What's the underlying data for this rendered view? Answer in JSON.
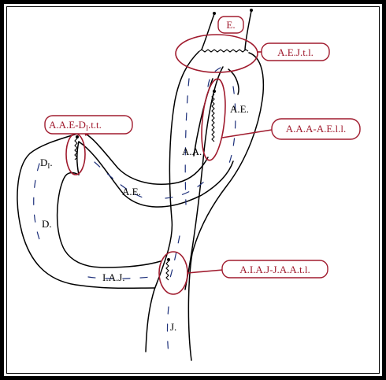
{
  "labels": {
    "esophagus": "E.",
    "esophagojejunal_anastomosis": "A.E.J.t.l.",
    "ae_upper": "A.E.",
    "aaa_callout": "A.A.A-A.E.l.l.",
    "aa": "A.A.",
    "aae_callout_main": "A.A.E-D",
    "aae_callout_sub": "I",
    "aae_callout_end": ".t.t.",
    "duodenum_stump_main": "D",
    "duodenum_stump_sub": "I",
    "duodenum_stump_end": ".",
    "ae_lower": "A.E.",
    "duodenum": "D.",
    "iaj": "I.A.J.",
    "iaj_callout": "A.I.A.J-J.A.A.t.l.",
    "jejunum": "J."
  },
  "colors": {
    "ink": "#000000",
    "anastomosis_red": "#a01b2e",
    "inner_lumen_blue": "#1c2f7a"
  }
}
